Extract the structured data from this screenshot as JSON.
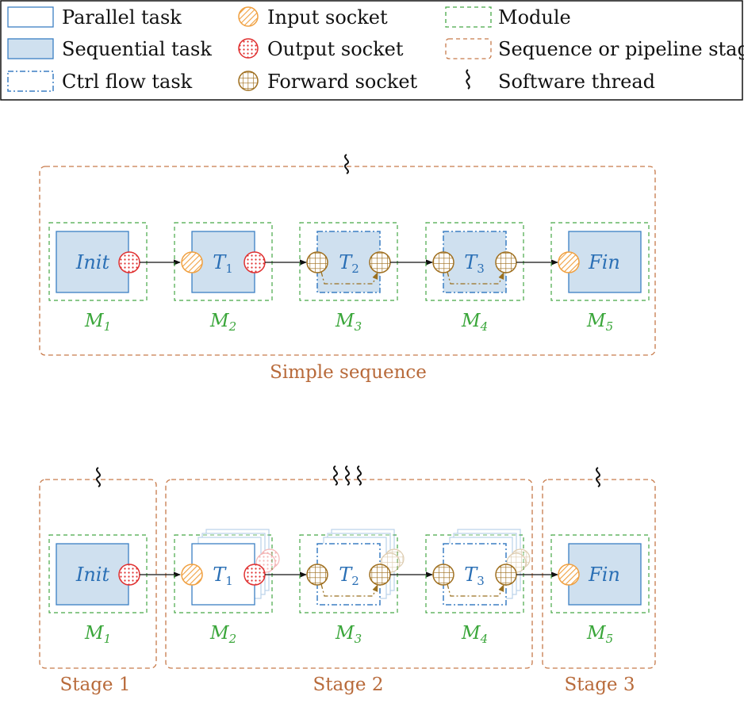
{
  "legend": {
    "parallel_task": "Parallel task",
    "sequential_task": "Sequential task",
    "ctrl_flow_task": "Ctrl flow task",
    "input_socket": "Input socket",
    "output_socket": "Output socket",
    "forward_socket": "Forward socket",
    "module": "Module",
    "stage": "Sequence or pipeline stage",
    "thread": "Software thread"
  },
  "tasks": {
    "init": "Init",
    "fin": "Fin",
    "t": "T",
    "sub1": "1",
    "sub2": "2",
    "sub3": "3"
  },
  "modules": {
    "m": "M",
    "sub1": "1",
    "sub2": "2",
    "sub3": "3",
    "sub4": "4",
    "sub5": "5"
  },
  "captions": {
    "simple_sequence": "Simple sequence",
    "stage1": "Stage 1",
    "stage2": "Stage 2",
    "stage3": "Stage 3"
  },
  "colors": {
    "task_blue": "#3b7fc4",
    "task_fill": "#cfe0ef",
    "module_green": "#46a846",
    "stage_orange": "#c77a4a",
    "input_orange": "#f0a040",
    "output_red": "#e03030",
    "forward_brown": "#a07020"
  }
}
